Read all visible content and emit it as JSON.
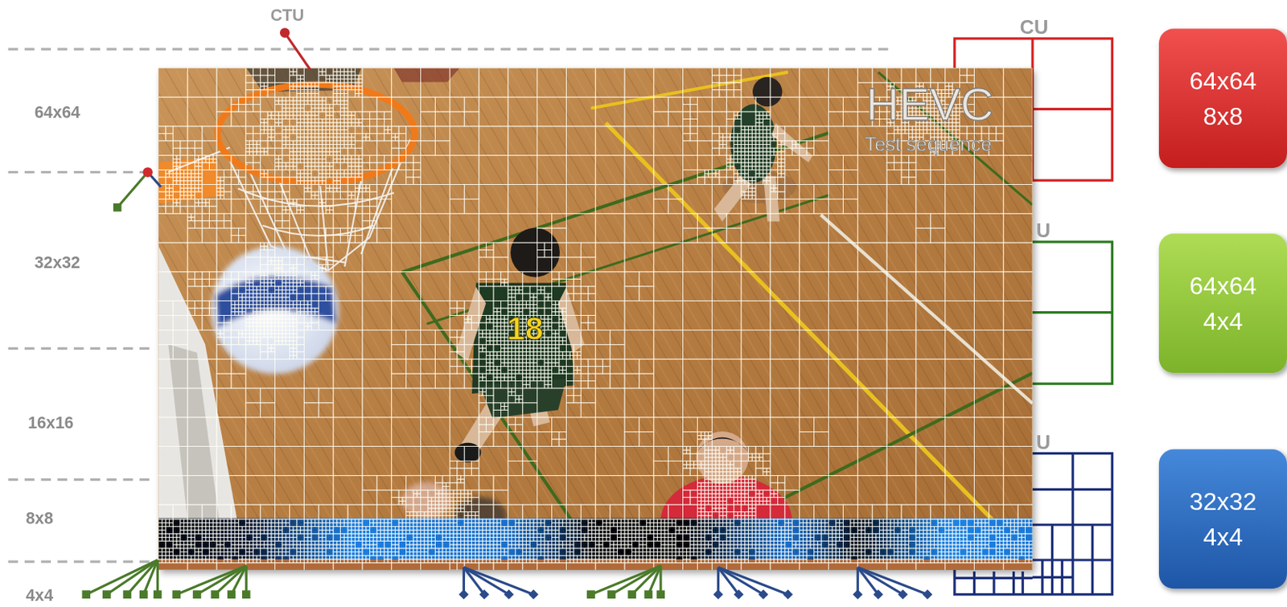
{
  "diagram": {
    "nodes": [
      {
        "text": [
          "64x64 8x8"
        ]
      },
      {
        "text": [
          "64x64 4x4"
        ]
      },
      {
        "text": [
          "32x32 4x4"
        ]
      }
    ],
    "labels": [
      "CTU",
      "CU",
      "U",
      "U",
      "64x64",
      "32x32",
      "16x16",
      "8x8",
      "4x4",
      "HEVC",
      "Test sequence",
      "18"
    ]
  }
}
